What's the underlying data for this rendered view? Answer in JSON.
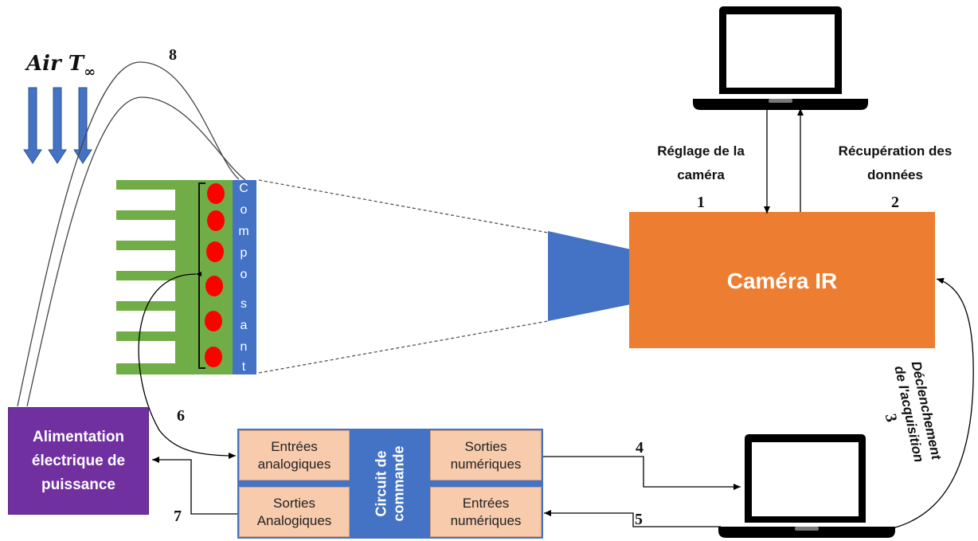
{
  "diagram": {
    "air_label": "Air T",
    "air_subscript": "∞",
    "camera_label": "Caméra IR",
    "component_letters": [
      "C",
      "o",
      "m",
      "p",
      "o",
      "s",
      "a",
      "n",
      "t"
    ],
    "control_circuit_line1": "Circuit de",
    "control_circuit_line2": "commande",
    "analog_inputs_line1": "Entrées",
    "analog_inputs_line2": "analogiques",
    "digital_outputs_line1": "Sorties",
    "digital_outputs_line2": "numériques",
    "analog_outputs_line1": "Sorties",
    "analog_outputs_line2": "Analogiques",
    "digital_inputs_line1": "Entrées",
    "digital_inputs_line2": "numériques",
    "power_supply_line1": "Alimentation",
    "power_supply_line2": "électrique de",
    "power_supply_line3": "puissance",
    "camera_setting_line1": "Réglage de la",
    "camera_setting_line2": "caméra",
    "data_recovery_line1": "Récupération des",
    "data_recovery_line2": "données",
    "trigger_line1": "Déclenchement",
    "trigger_line2": "de l'acquisition",
    "step_1": "1",
    "step_2": "2",
    "step_3": "3",
    "step_4": "4",
    "step_5": "5",
    "step_6": "6",
    "step_7": "7",
    "step_8": "8",
    "colors": {
      "heatsink_green": "#70ad47",
      "component_blue": "#4472c4",
      "camera_orange": "#ed7d31",
      "power_purple": "#7030a0",
      "cell_salmon": "#f8cbad",
      "sensor_red": "#ff0000"
    }
  }
}
